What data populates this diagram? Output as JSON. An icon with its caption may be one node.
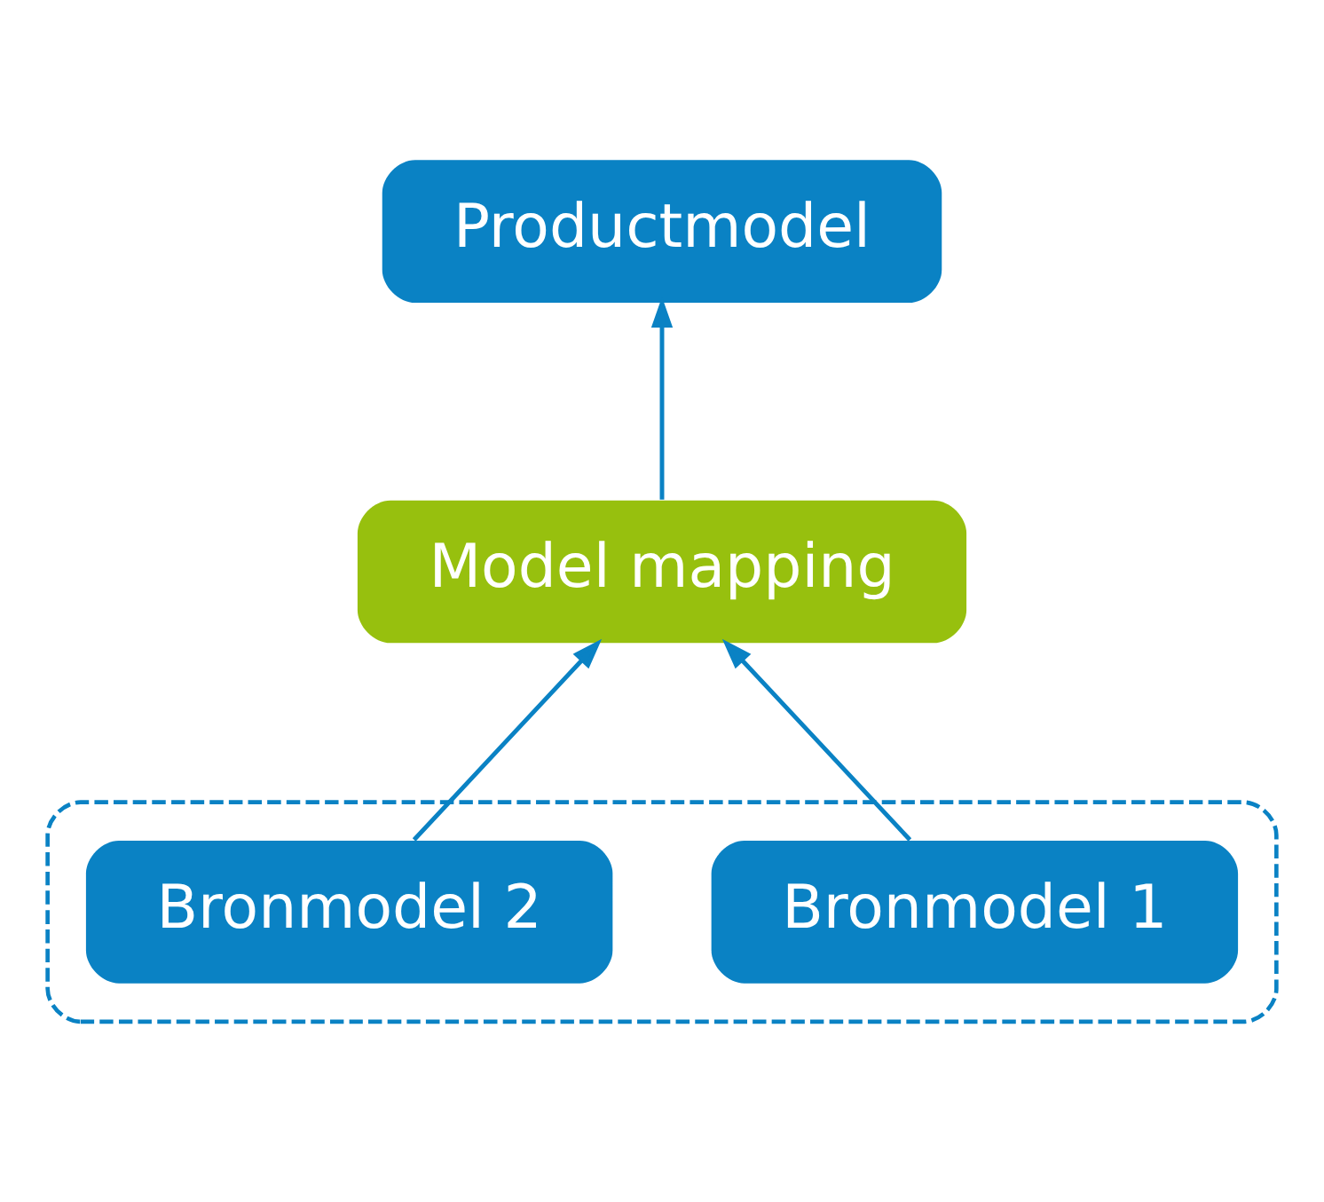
{
  "diagram": {
    "nodes": [
      {
        "text": [
          "Productmodel"
        ]
      },
      {
        "text": [
          "Model mapping"
        ]
      },
      {
        "text": [],
        "shape": "box"
      },
      {
        "text": [
          "Bronmodel 1"
        ],
        "in": 2
      },
      {
        "text": [
          "Bronmodel 2"
        ],
        "in": 2
      }
    ],
    "edges": [
      {
        "from": 1,
        "to": 0,
        "arrow": "to"
      },
      {
        "from": 3,
        "to": 1,
        "arrow": "to"
      },
      {
        "from": 4,
        "to": 1,
        "arrow": "to"
      }
    ]
  }
}
